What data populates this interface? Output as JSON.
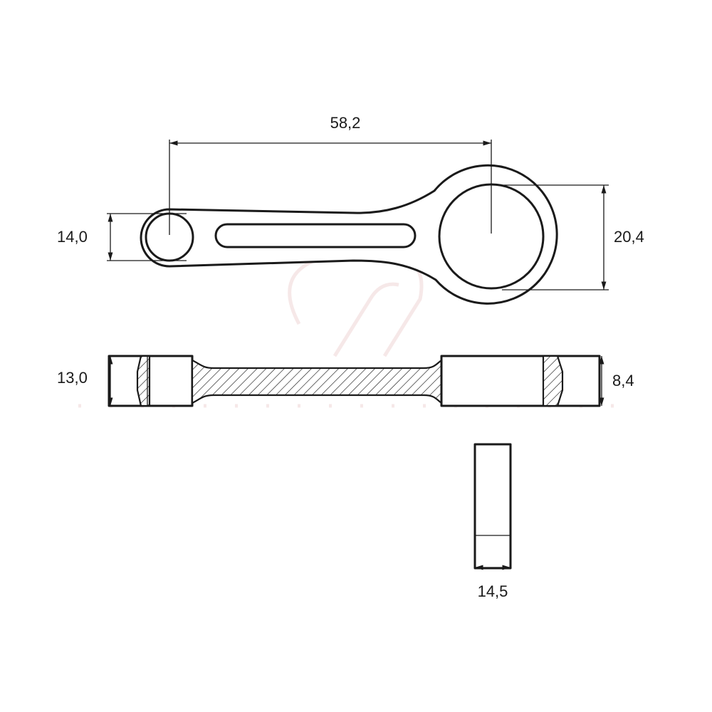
{
  "drawing": {
    "dimensions": {
      "center_distance": "58,2",
      "small_end_diameter": "14,0",
      "big_end_diameter": "20,4",
      "small_end_width": "13,0",
      "big_end_width": "8,4",
      "pin_width": "14,5"
    },
    "colors": {
      "line": "#1a1a1a",
      "background": "#ffffff",
      "watermark": "#f6e8e8"
    }
  }
}
